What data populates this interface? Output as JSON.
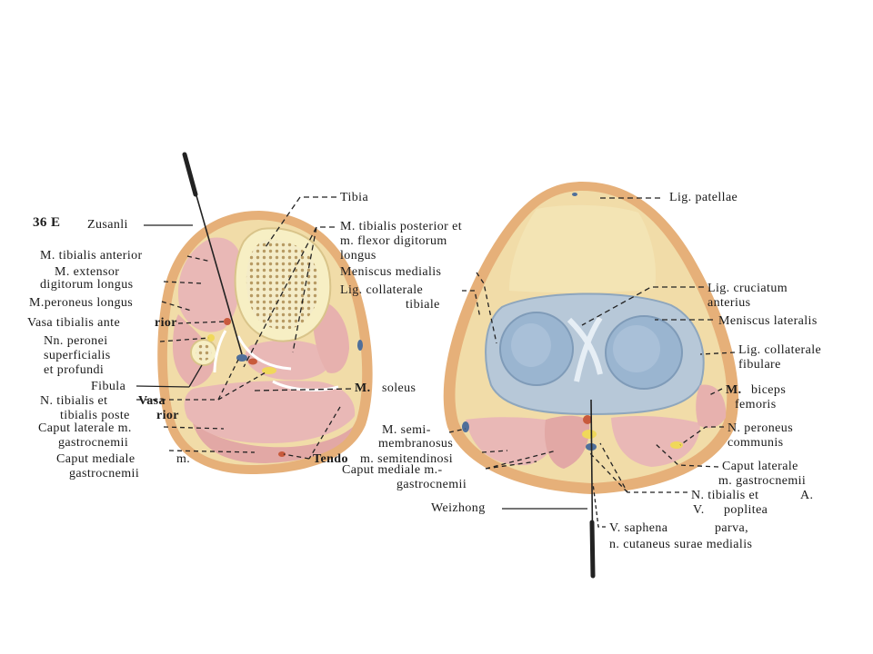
{
  "figure": {
    "number": "36 E",
    "acupoints": {
      "left": "Zusanli",
      "right": "Weizhong"
    }
  },
  "left_section": {
    "labels": {
      "tibia": "Tibia",
      "tibialis_posterior_1": "M. tibialis posterior et",
      "tibialis_posterior_2": "m. flexor digitorum",
      "tibialis_posterior_3": "longus",
      "tibialis_anterior": "M. tibialis anterior",
      "ext_dig_1": "M. extensor",
      "ext_dig_2": "digitorum longus",
      "peroneus_longus": "M.peroneus longus",
      "vasa_tib_ant_1": "Vasa tibialis ante",
      "vasa_tib_ant_2": "rior",
      "nn_peronei_1": "Nn. peronei",
      "nn_peronei_2": "superficialis",
      "nn_peronei_3": "et   profundi",
      "fibula": "Fibula",
      "n_tib_1": "N. tibialis et",
      "n_tib_2": "Vasa",
      "n_tib_3": "tibialis  poste",
      "n_tib_4": "rior",
      "soleus_m": "M.",
      "soleus": "soleus",
      "caput_lat_1": "Caput laterale m.",
      "caput_lat_2": "gastrocnemii",
      "caput_med_1": "Caput  mediale",
      "caput_med_2": "m.",
      "caput_med_3": "gastrocnemii",
      "tendo_1": "Tendo",
      "tendo_2": "m. semitendinosi"
    }
  },
  "right_section": {
    "labels": {
      "lig_patellae": "Lig. patellae",
      "men_med": "Meniscus medialis",
      "lig_coll_tib_1": "Lig. collaterale",
      "lig_coll_tib_2": "tibiale",
      "lig_cruc_1": "Lig.  cruciatum",
      "lig_cruc_2": "anterius",
      "men_lat": "Meniscus  lateralis",
      "lig_coll_fib_1": "Lig.  collaterale",
      "lig_coll_fib_2": "fibulare",
      "biceps_1": "M.",
      "biceps_2": "biceps",
      "biceps_3": "femoris",
      "n_peroneus_1": "N.  peroneus",
      "n_peroneus_2": "communis",
      "semimem_1": "M.  semi-",
      "semimem_2": "membranosus",
      "caput_med_1": "Caput  mediale   m.-",
      "caput_med_2": "gastrocnemii",
      "caput_lat_1": "Caput  laterale",
      "caput_lat_2": "m. gastrocnemii",
      "n_tib_1": "N.  tibialis et",
      "n_tib_2": "A.",
      "n_tib_3": "V.",
      "n_tib_4": "poplitea",
      "v_saphena_1": "V.  saphena",
      "v_saphena_2": "parva,",
      "v_saphena_3": "n.   cutaneus  surae medialis"
    }
  },
  "colors": {
    "skin": "#f1dca8",
    "skin_edge": "#e6b079",
    "muscle": "#e9b8b6",
    "bone_cortex": "#f7efc4",
    "cartilage": "#9ab5d0",
    "nerve": "#f0d85a",
    "vessel": "#4f6f9a",
    "leader": "#222222"
  }
}
